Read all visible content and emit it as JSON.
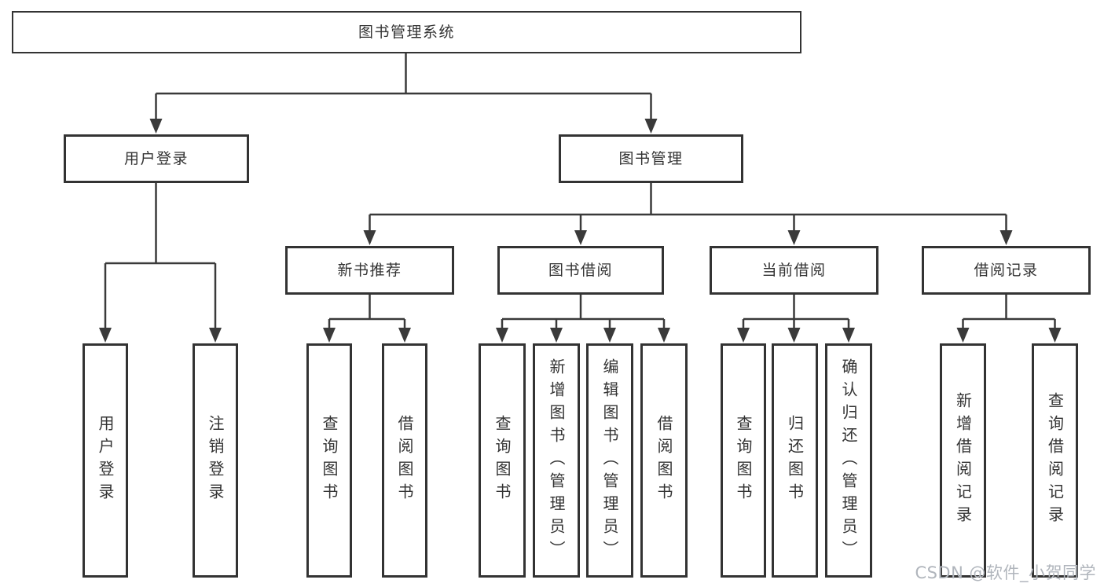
{
  "tree": {
    "root": "图书管理系统",
    "children": [
      {
        "label": "用户登录",
        "children": [
          {
            "label": "用户登录"
          },
          {
            "label": "注销登录"
          }
        ]
      },
      {
        "label": "图书管理",
        "children": [
          {
            "label": "新书推荐",
            "children": [
              {
                "label": "查询图书"
              },
              {
                "label": "借阅图书"
              }
            ]
          },
          {
            "label": "图书借阅",
            "children": [
              {
                "label": "查询图书"
              },
              {
                "label": "新增图书（管理员）"
              },
              {
                "label": "编辑图书（管理员）"
              },
              {
                "label": "借阅图书"
              }
            ]
          },
          {
            "label": "当前借阅",
            "children": [
              {
                "label": "查询图书"
              },
              {
                "label": "归还图书"
              },
              {
                "label": "确认归还（管理员）"
              }
            ]
          },
          {
            "label": "借阅记录",
            "children": [
              {
                "label": "新增借阅记录"
              },
              {
                "label": "查询借阅记录"
              }
            ]
          }
        ]
      }
    ]
  },
  "watermark": {
    "text": "CSDN @软件_小贺同学"
  },
  "colors": {
    "line": "#3a3a3a",
    "border": "#333333",
    "text": "#333333",
    "watermark": "#b0b5bc",
    "background": "#ffffff"
  }
}
